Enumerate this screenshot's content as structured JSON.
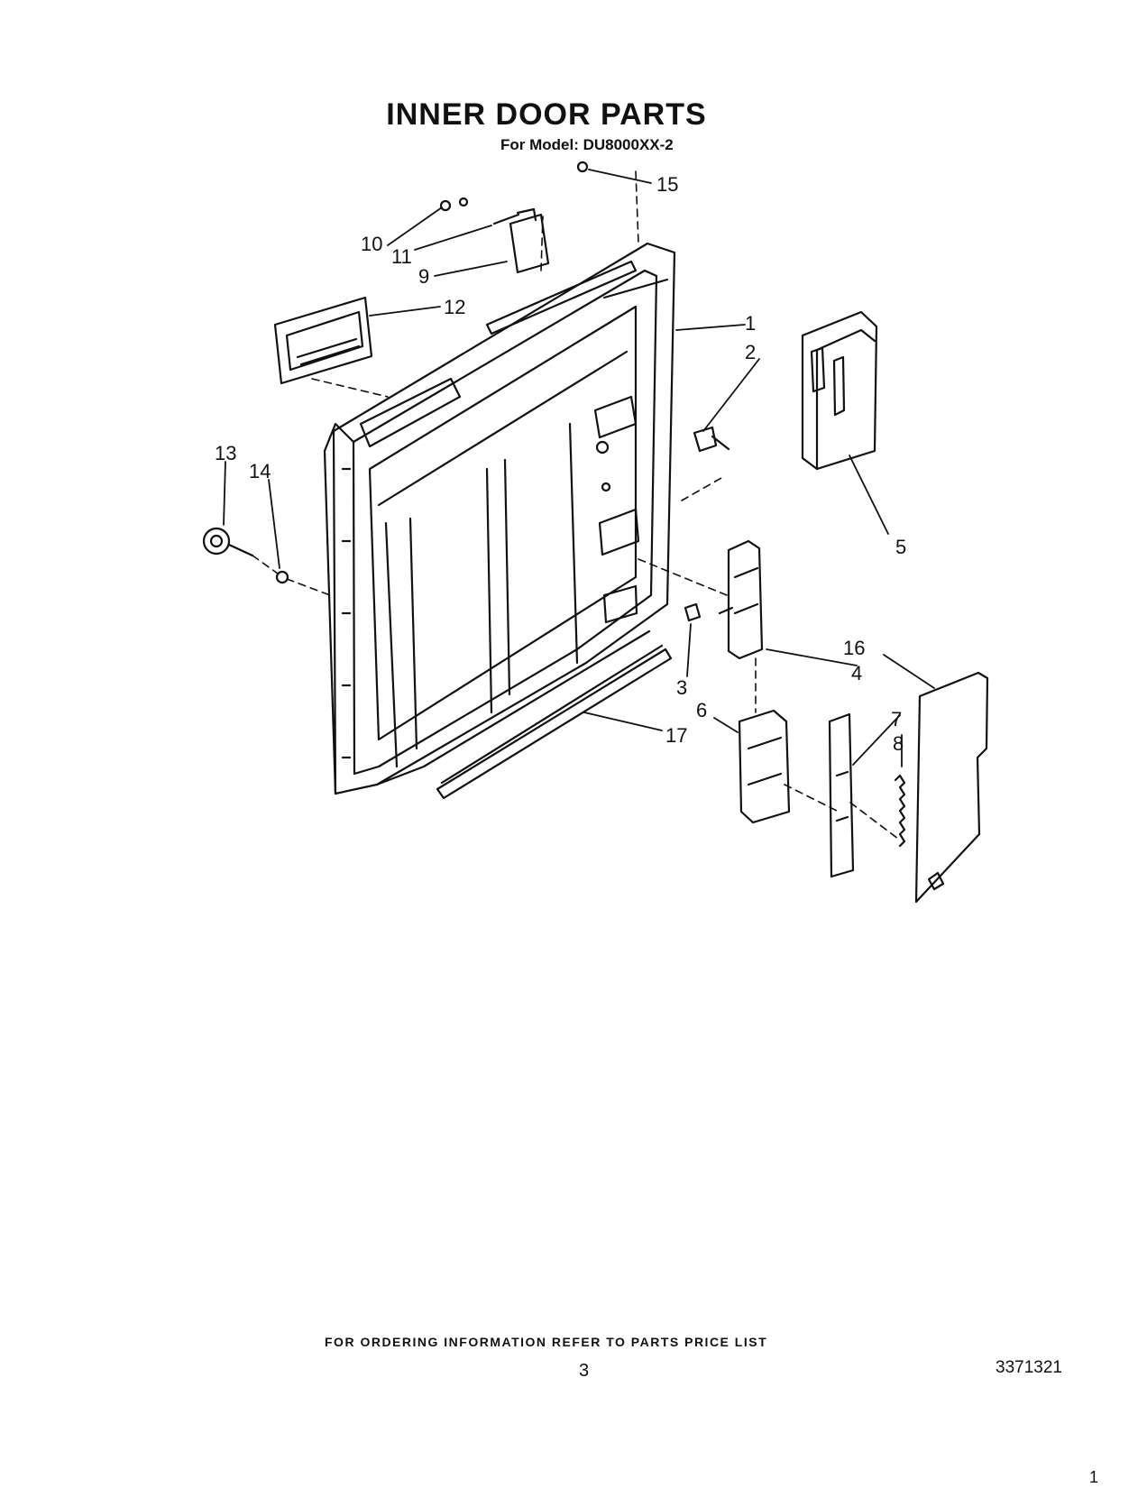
{
  "header": {
    "title": "INNER DOOR PARTS",
    "model_line": "For Model: DU8000XX-2"
  },
  "callouts": {
    "c1": "1",
    "c2": "2",
    "c3": "3",
    "c4": "4",
    "c5": "5",
    "c6": "6",
    "c7": "7",
    "c8": "8",
    "c9": "9",
    "c10": "10",
    "c11": "11",
    "c12": "12",
    "c13": "13",
    "c14": "14",
    "c15": "15",
    "c16": "16",
    "c17": "17"
  },
  "footer": {
    "ordering_note": "FOR ORDERING INFORMATION REFER TO PARTS PRICE LIST",
    "page_number": "3",
    "part_number": "3371321",
    "corner_mark": "1"
  }
}
